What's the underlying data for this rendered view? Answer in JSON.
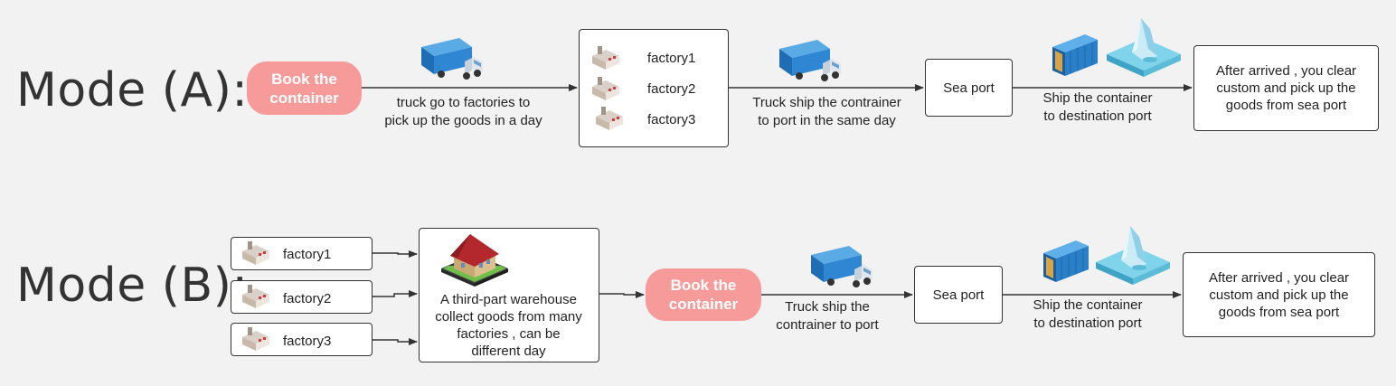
{
  "modeA": {
    "label": "Mode (A):",
    "book": "Book the container",
    "truck_caption_1": "truck go to factories to",
    "truck_caption_2": "pick up the goods in a day",
    "factories": [
      "factory1",
      "factory2",
      "factory3"
    ],
    "ship_caption_1": "Truck ship the contrainer",
    "ship_caption_2": "to port in the same day",
    "seaport": "Sea port",
    "dest_caption_1": "Ship the container",
    "dest_caption_2": "to destination port",
    "final_1": "After arrived , you clear",
    "final_2": "custom and pick up the",
    "final_3": "goods from sea port"
  },
  "modeB": {
    "label": "Mode (B):",
    "factories": [
      "factory1",
      "factory2",
      "factory3"
    ],
    "warehouse_1": "A third-part warehouse",
    "warehouse_2": "collect goods from many",
    "warehouse_3": "factories , can be",
    "warehouse_4": "different day",
    "book": "Book the container",
    "ship_caption_1": "Truck ship the",
    "ship_caption_2": "contrainer to port",
    "seaport": "Sea port",
    "dest_caption_1": "Ship the container",
    "dest_caption_2": "to destination port",
    "final_1": "After arrived , you clear",
    "final_2": "custom and pick up the",
    "final_3": "goods from sea port"
  },
  "colors": {
    "pill": "#f79a9a",
    "truck_blue": "#2f86d3",
    "container_blue": "#2a7fc9",
    "iceberg": "#7fd4ec",
    "roof_red": "#b3282d"
  }
}
